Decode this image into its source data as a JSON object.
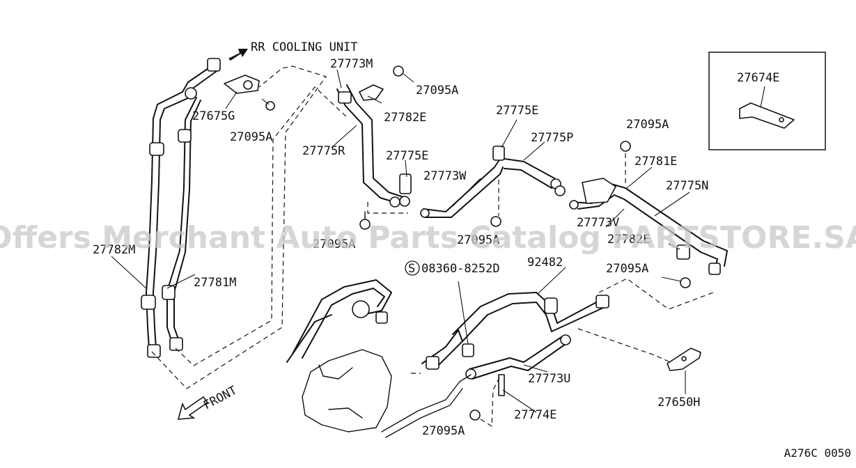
{
  "header": {
    "direction_label": "RR COOLING UNIT"
  },
  "footer": {
    "front_label": "FRONT",
    "diagram_code": "A276C 0050"
  },
  "watermark": "Offers Merchant Auto Parts Catalog PARTSTORE.SA",
  "inset": {
    "part_number": "27674E"
  },
  "labels": {
    "p27773M": "27773M",
    "p27095A_1": "27095A",
    "p27782E_1": "27782E",
    "p27675G": "27675G",
    "p27095A_2": "27095A",
    "p27775R": "27775R",
    "p27775E_1": "27775E",
    "p27775E_2": "27775E",
    "p27775P": "27775P",
    "p27095A_3": "27095A",
    "p27781E": "27781E",
    "p27773W": "27773W",
    "p27775N": "27775N",
    "p27773V": "27773V",
    "p27095A_4": "27095A",
    "p27095A_5": "27095A",
    "p27782M": "27782M",
    "p27782E_2": "27782E",
    "p27781M": "27781M",
    "p27095A_6": "27095A",
    "bolt_spec": "08360-8252D",
    "bolt_symbol": "S",
    "p92482": "92482",
    "p27773U": "27773U",
    "p27650H": "27650H",
    "p27774E": "27774E",
    "p27095A_7": "27095A"
  }
}
